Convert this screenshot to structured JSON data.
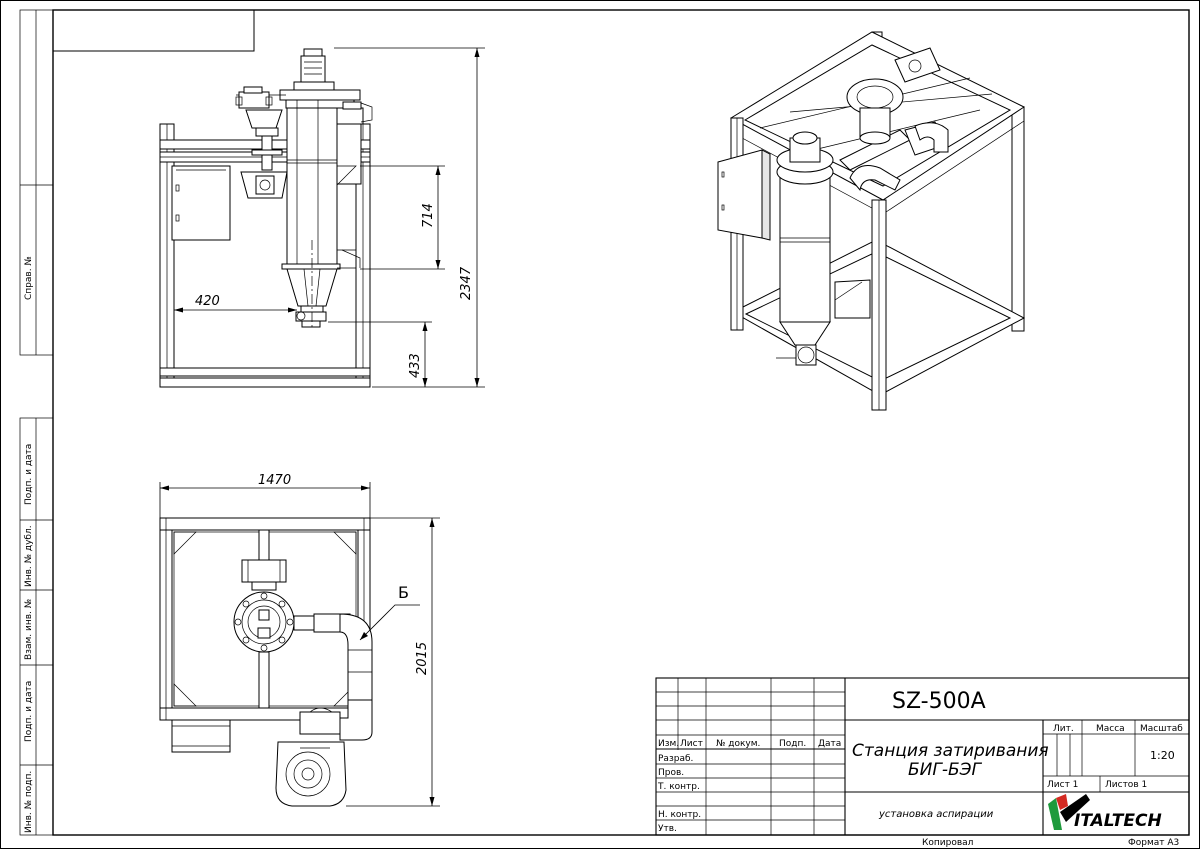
{
  "side_stamp": {
    "labels": [
      "Справ. №",
      "Подп. и дата",
      "Инв. № дубл.",
      "Взам. инв. №",
      "Подп. и дата",
      "Инв. № подп."
    ]
  },
  "dimensions": {
    "front_view": {
      "d714": "714",
      "d2347": "2347",
      "d420": "420",
      "d433": "433"
    },
    "top_view": {
      "d1470": "1470",
      "d2015": "2015",
      "callout_b": "Б"
    }
  },
  "title_block": {
    "designation": "SZ-500A",
    "name_line1": "Станция затиривания",
    "name_line2": "БИГ-БЭГ",
    "subtitle": "установка аспирации",
    "col_headers": [
      "Изм.",
      "Лист",
      "№ докум.",
      "Подп.",
      "Дата"
    ],
    "row_labels": [
      "Разраб.",
      "Пров.",
      "Т. контр.",
      "Н. контр.",
      "Утв."
    ],
    "lit_label": "Лит.",
    "mass_label": "Масса",
    "scale_label": "Масштаб",
    "scale_value": "1:20",
    "sheet_label": "Лист 1",
    "sheets_label": "Листов 1",
    "logo_text": "ITALTECH",
    "copied_label": "Копировал",
    "format_label": "Формат А3"
  },
  "colors": {
    "logo_green": "#1e9a3c",
    "logo_red": "#d42a22"
  }
}
